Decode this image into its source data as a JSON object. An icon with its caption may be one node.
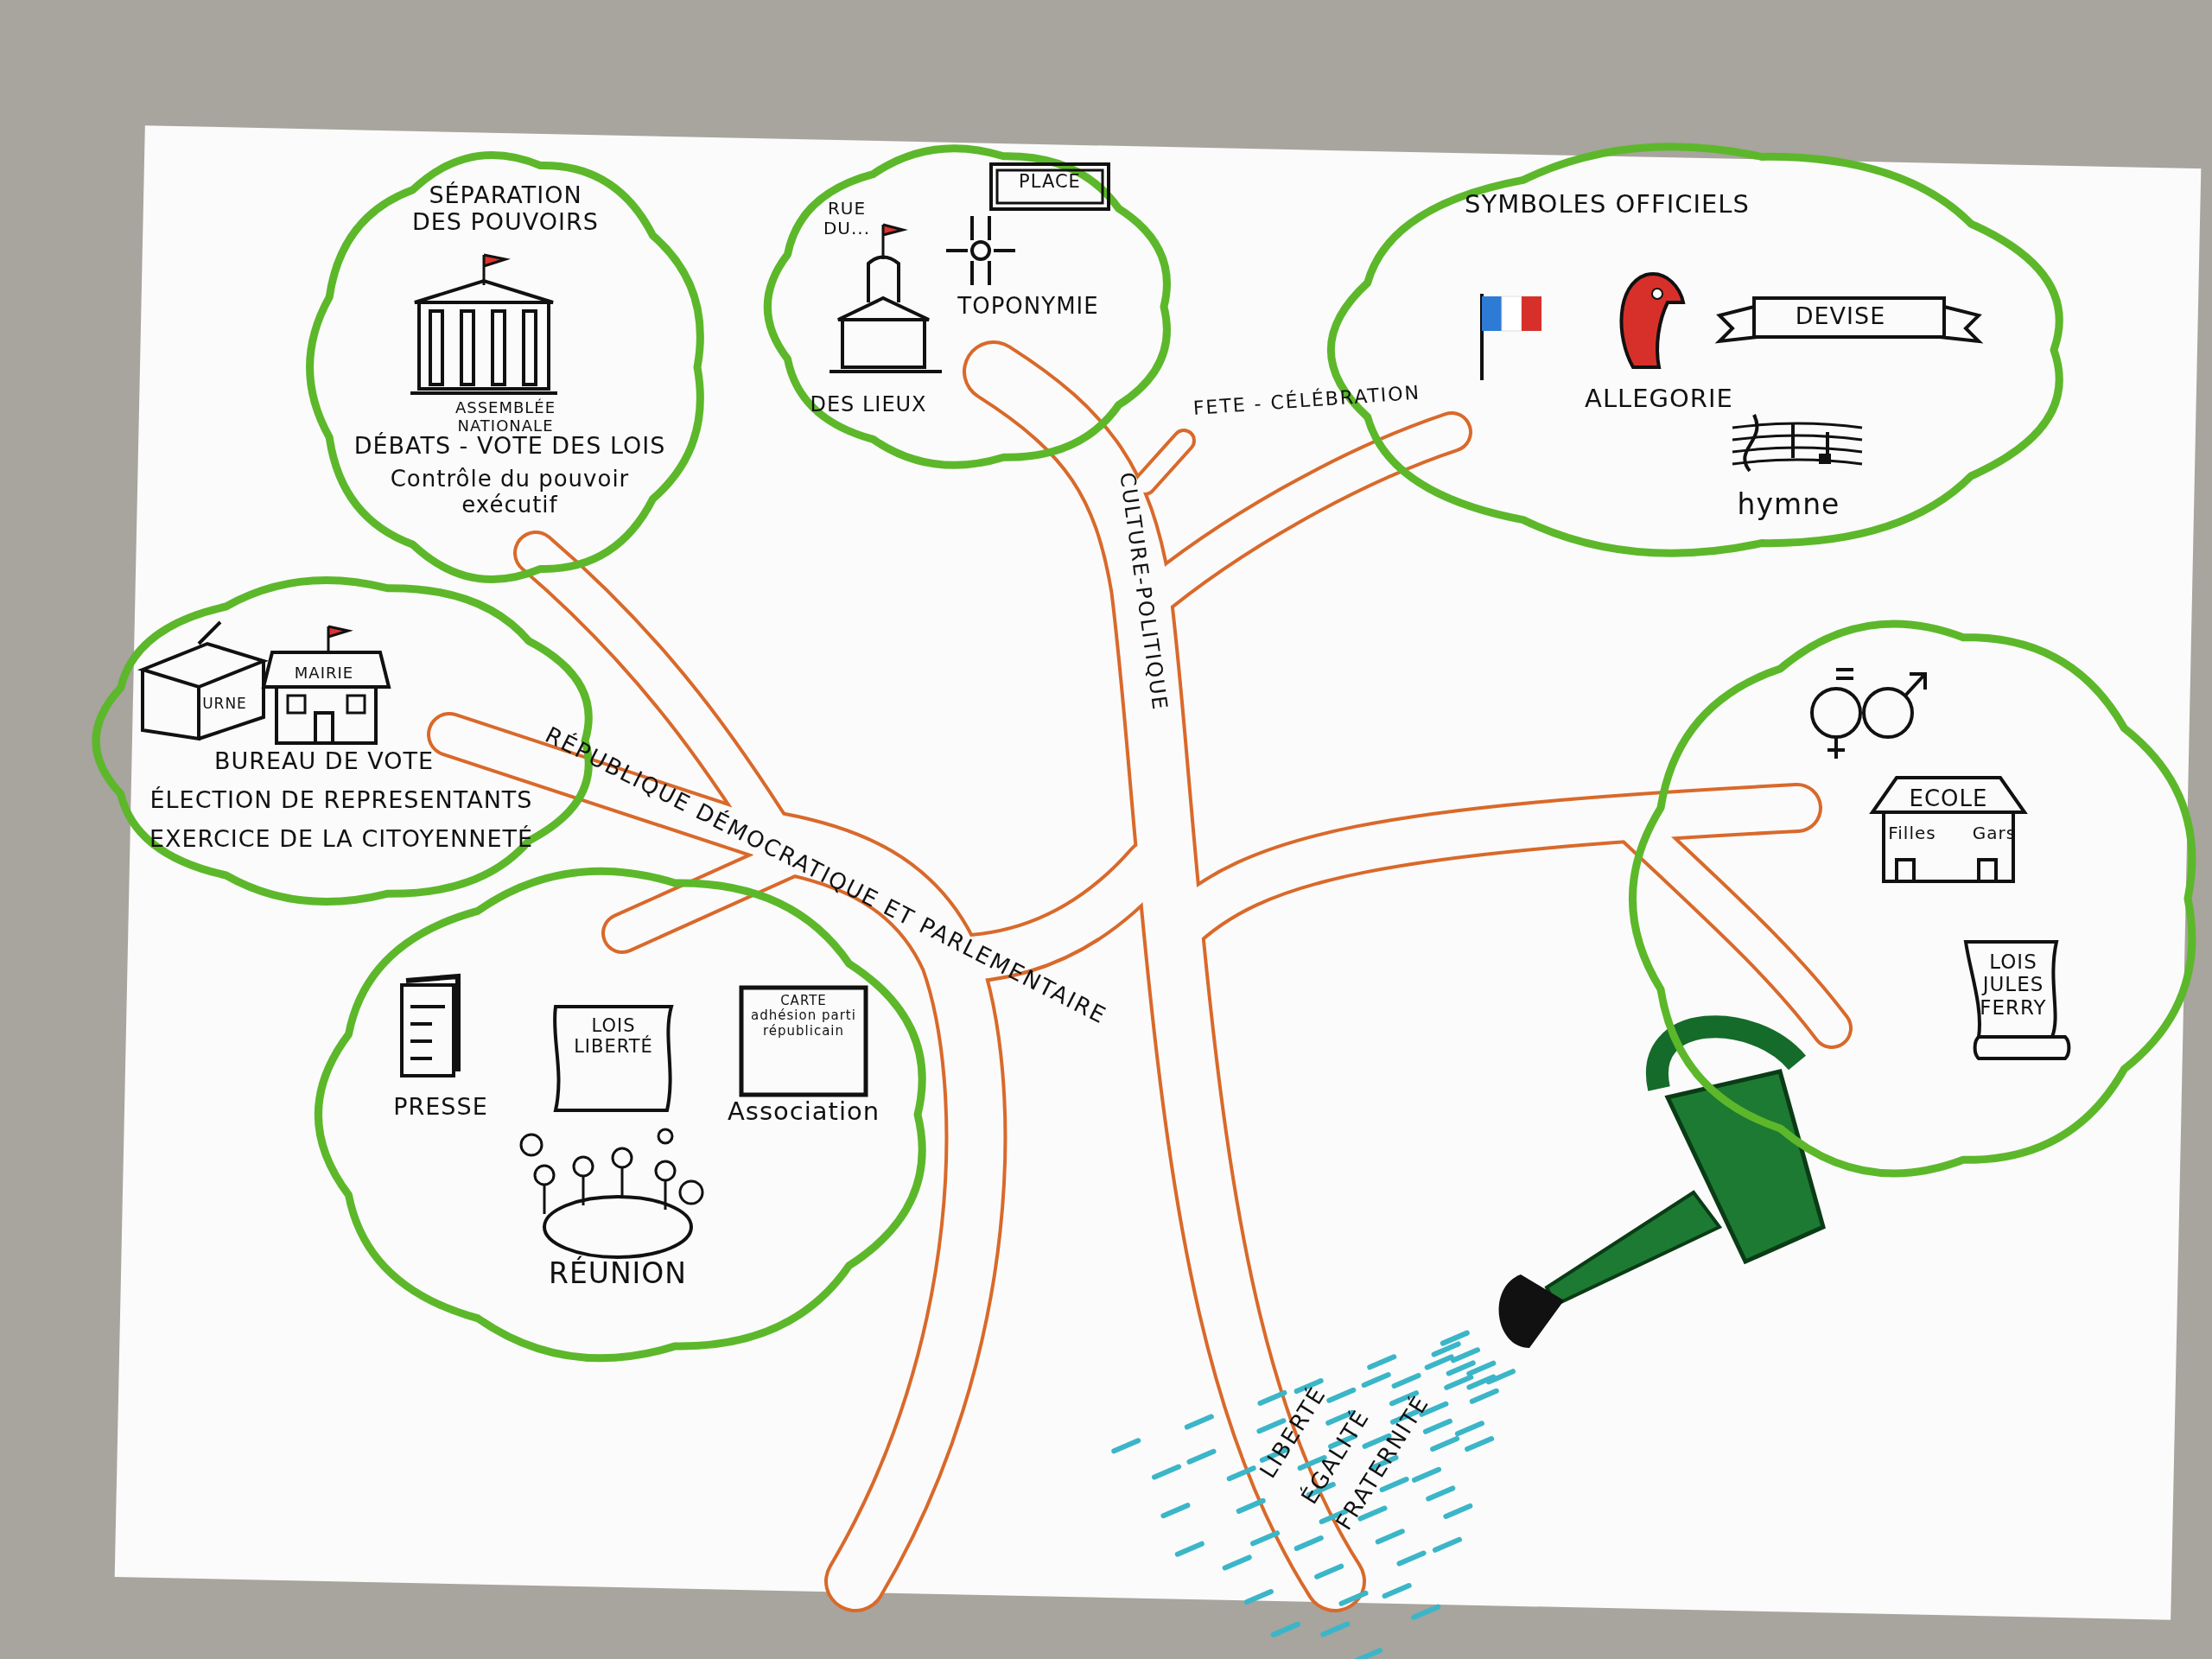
{
  "diagram": {
    "nodes": [
      {
        "text": [
          "SÉPARATION DES POUVOIRS",
          "ASSEMBLÉE NATIONALE",
          "DÉBATS - VOTE DES LOIS",
          "Contrôle du pouvoir exécutif"
        ]
      },
      {
        "text": [
          "RUE DU...",
          "PLACE",
          "TOPONYMIE",
          "DES LIEUX"
        ]
      },
      {
        "text": [
          "SYMBOLES OFFICIELS",
          "DEVISE",
          "ALLEGORIE",
          "hymne"
        ]
      },
      {
        "text": [
          "URNE",
          "MAIRIE",
          "BUREAU DE VOTE",
          "ÉLECTION DE REPRESENTANTS",
          "EXERCICE DE LA CITOYENNETÉ"
        ]
      },
      {
        "text": [
          "PRESSE",
          "LOIS LIBERTÉ",
          "CARTE adhésion parti républicain",
          "Association",
          "RÉUNION"
        ]
      },
      {
        "text": [
          "ECOLE",
          "Filles",
          "Gars",
          "LOIS JULES FERRY"
        ]
      }
    ],
    "labels": [
      "RÉPUBLIQUE DÉMOCRATIQUE ET PARLEMENTAIRE",
      "CULTURE-POLITIQUE",
      "FETE - CÉLÉBRATION",
      "LIBERTÉ",
      "ÉGALITÉ",
      "FRATERNITÉ"
    ]
  }
}
